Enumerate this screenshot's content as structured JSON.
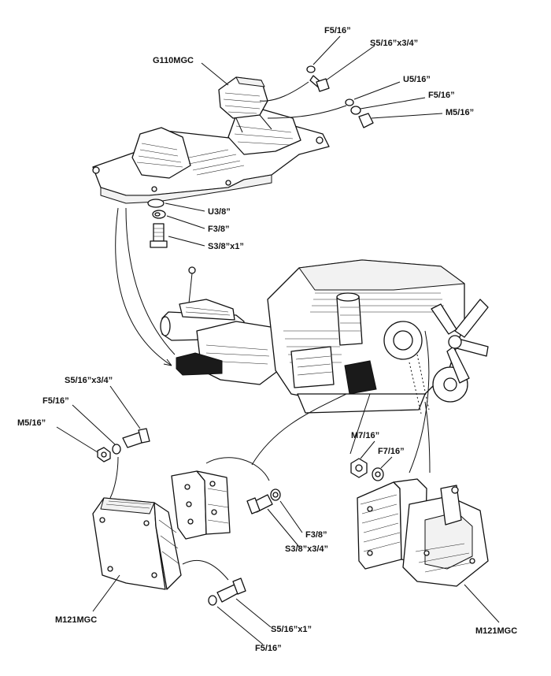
{
  "labels": {
    "gearbox_mount": "G110MGC",
    "top_flat_washer": "F5/16”",
    "top_screw": "S5/16”x3/4”",
    "top_u_washer": "U5/16”",
    "top_flat_washer_2": "F5/16”",
    "top_nut": "M5/16”",
    "crossmember_u_washer": "U3/8”",
    "crossmember_flat_washer": "F3/8”",
    "crossmember_screw": "S3/8”x1”",
    "left_screw": "S5/16”x3/4”",
    "left_flat_washer": "F5/16”",
    "left_nut": "M5/16”",
    "right_nut": "M7/16”",
    "right_flat_washer": "F7/16”",
    "bracket_flat_washer": "F3/8”",
    "bracket_screw": "S3/8”x3/4”",
    "left_engine_mount": "M121MGC",
    "bottom_screw": "S5/16”x1”",
    "bottom_flat_washer": "F5/16”",
    "right_engine_mount": "M121MGC"
  }
}
